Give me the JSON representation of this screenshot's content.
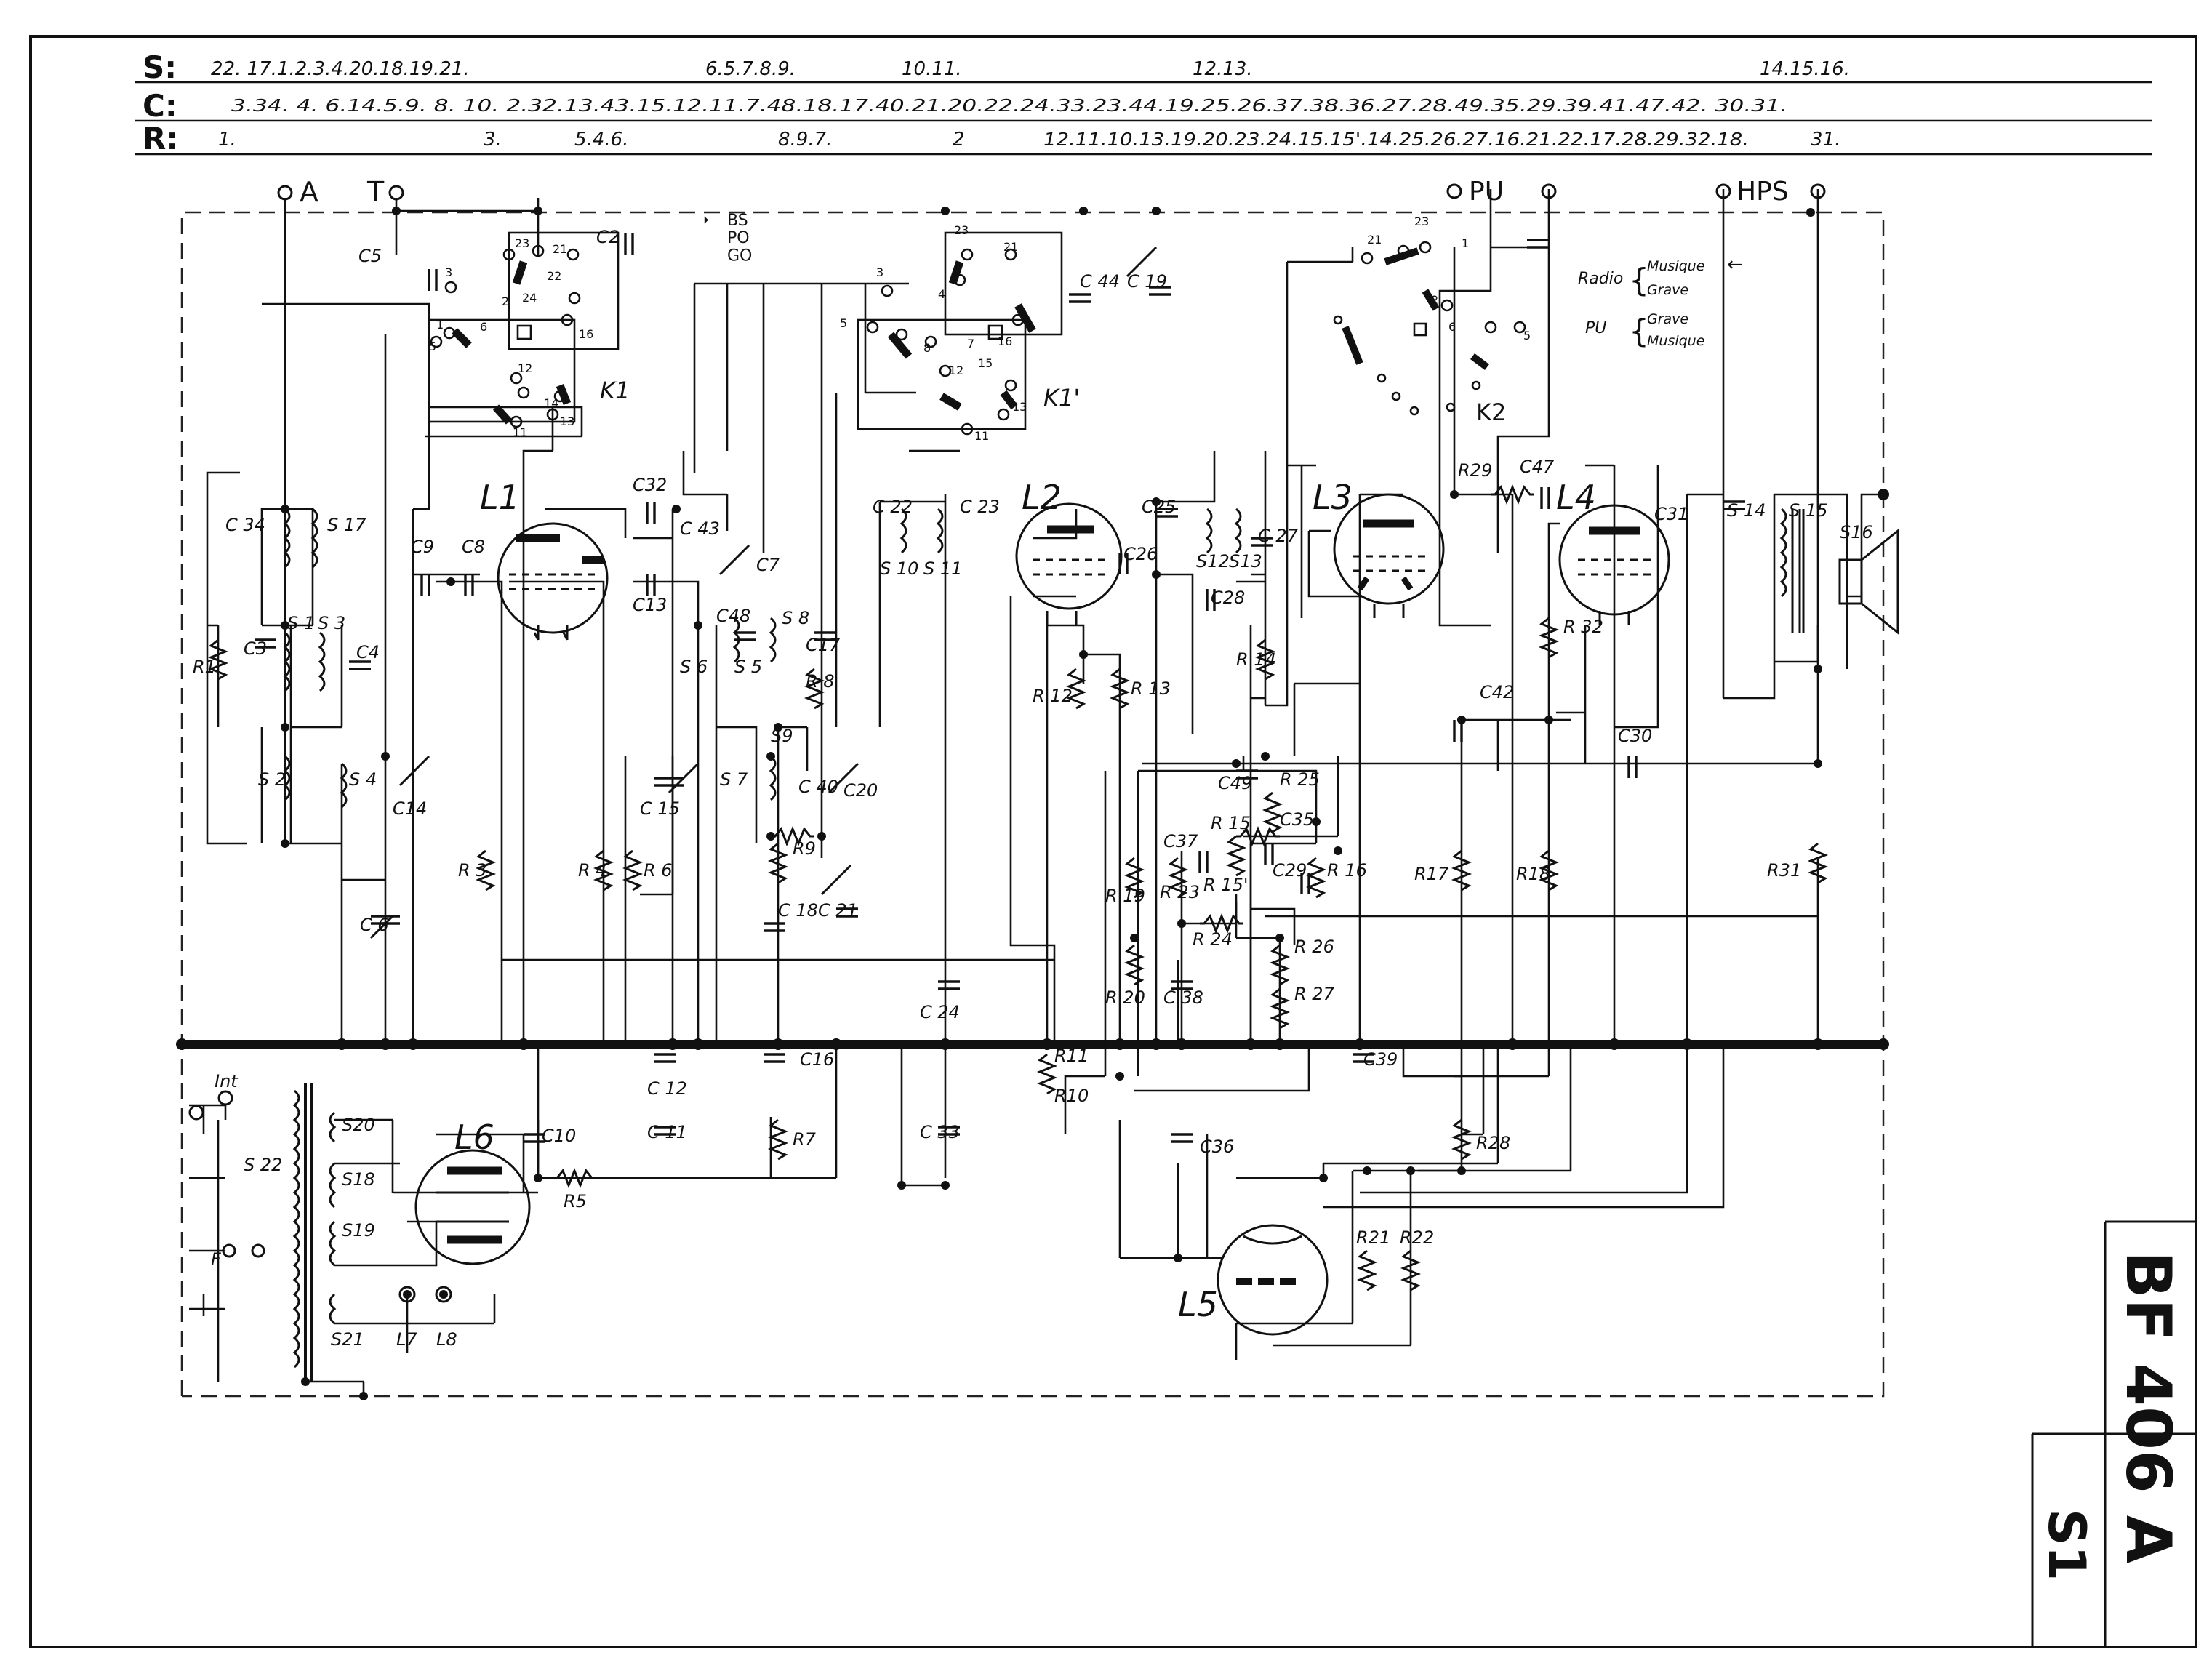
{
  "header_rows": [
    {
      "key": "S:",
      "cells": [
        "22. 17.1.2.3.4.20.18.19.21.",
        "6.5.7.8.9.",
        "10.11.",
        "12.13.",
        "14.15.16."
      ]
    },
    {
      "key": "C:",
      "cells": [
        "3.34. 4. 6.14.5.9. 8. 10. 2.32.13.43.15.12.11.7.48.18.17.40.21.20.22.24.33.23.44.19.25.26.37.38.36.27.28.49.35.29.39.41.47.42. 30.31."
      ]
    },
    {
      "key": "R:",
      "cells": [
        "1.",
        "3.",
        "5.4.6.",
        "8.9.7.",
        "2",
        "12.11.10.13.19.20.23.24.15.15'.14.25.26.27.16.21.22.17.28.29.32.18.",
        "31."
      ]
    }
  ],
  "terminals": {
    "a": "A",
    "t": "T",
    "pu": "PU",
    "hps": "HPS"
  },
  "bs_label": "BS\nPO\nGO",
  "switch_legend": {
    "radio": "Radio",
    "pu": "PU",
    "musique": "Musique",
    "grave": "Grave"
  },
  "tubes": {
    "l1": "L1",
    "l2": "L2",
    "l3": "L3",
    "l4": "L4",
    "l5": "L5",
    "l6": "L6"
  },
  "switches": {
    "k1": "K1",
    "k1p": "K1'",
    "k2": "K2"
  },
  "switch_contacts": {
    "k1": [
      "3",
      "2",
      "24",
      "21",
      "22",
      "23",
      "6",
      "5",
      "1",
      "12",
      "14",
      "11",
      "13",
      "16"
    ],
    "k1p": [
      "3",
      "23",
      "21",
      "4",
      "5",
      "8",
      "7",
      "6",
      "12",
      "15",
      "16",
      "13",
      "11"
    ],
    "k2": [
      "21",
      "23",
      "1",
      "2",
      "6",
      "5"
    ]
  },
  "labels": {
    "c5": "C5",
    "c2": "C2",
    "c34": "C 34",
    "s17": "S 17",
    "c9": "C9",
    "c8": "C8",
    "c32": "C32",
    "c43": "C 43",
    "c7": "C7",
    "c13": "C13",
    "s1": "S 1",
    "s3": "S 3",
    "c3": "C3",
    "c4": "C4",
    "r1": "R1",
    "s2": "S 2",
    "s4": "S 4",
    "c14": "C14",
    "c15": "C 15",
    "c6": "C 6",
    "r3": "R 3",
    "r4": "R 4",
    "r6": "R 6",
    "c48": "C48",
    "s8": "S 8",
    "s5": "S 5",
    "s6": "S 6",
    "c17": "C17",
    "r8": "R 8",
    "s9": "S9",
    "s7": "S 7",
    "c40": "C 40",
    "c20": "C20",
    "r9": "R9",
    "c18": "C 18",
    "c21": "C 21",
    "c44": "C 44",
    "c19": "C 19",
    "c22": "C 22",
    "c23": "C 23",
    "s10": "S 10",
    "s11": "S 11",
    "c25": "C25",
    "c26": "C26",
    "s12": "S12",
    "s13": "S13",
    "c27": "C 27",
    "c28": "C28",
    "r14": "R 14",
    "r12": "R 12",
    "r13": "R 13",
    "r29": "R29",
    "c47": "C47",
    "c31": "C31",
    "s14": "S 14",
    "s15": "S 15",
    "s16": "S16",
    "r32": "R 32",
    "c42": "C42",
    "c30": "C30",
    "c49": "C49",
    "r25": "R 25",
    "c35": "C35",
    "c37": "C37",
    "r15": "R 15",
    "r15p": "R 15'",
    "c29": "C29",
    "r16": "R 16",
    "r19": "R 19",
    "r23": "R 23",
    "r24": "R 24",
    "r26": "R 26",
    "r27": "R 27",
    "r20": "R 20",
    "c38": "C 38",
    "r17": "R17",
    "r18": "R18",
    "r31": "R31",
    "c24": "C 24",
    "c16": "C16",
    "c12": "C 12",
    "c11": "C 11",
    "c33": "C 33",
    "r11": "R11",
    "r10": "R10",
    "r7": "R7",
    "c39": "C39",
    "c36": "C36",
    "r28": "R28",
    "r21": "R21",
    "r22": "R22",
    "int": "Int",
    "s22": "S 22",
    "f": "F",
    "s20": "S20",
    "s18": "S18",
    "s19": "S19",
    "c10": "C10",
    "r5": "R5",
    "s21": "S21",
    "l7": "L7",
    "l8": "L8"
  },
  "title_block": {
    "model": "BF 406 A",
    "sheet": "S1"
  }
}
